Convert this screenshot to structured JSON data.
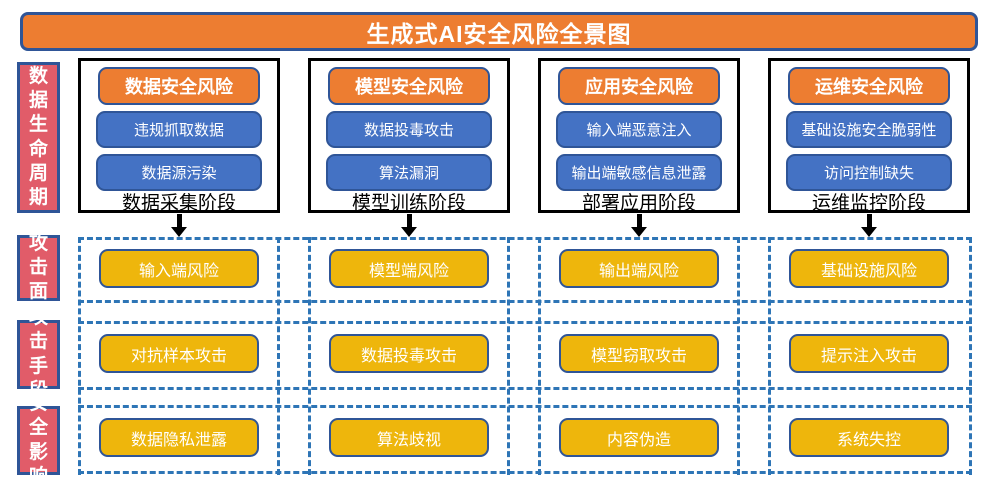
{
  "title": "生成式AI安全风险全景图",
  "side_labels": {
    "lifecycle": "数据生命周期",
    "attack_surface": "攻击面",
    "attack_method": "攻击手段",
    "impact": "安全影响"
  },
  "columns": [
    {
      "header": "数据安全风险",
      "risk1": "违规抓取数据",
      "risk2": "数据源污染",
      "stage": "数据采集阶段",
      "surface": "输入端风险",
      "method": "对抗样本攻击",
      "impact": "数据隐私泄露"
    },
    {
      "header": "模型安全风险",
      "risk1": "数据投毒攻击",
      "risk2": "算法漏洞",
      "stage": "模型训练阶段",
      "surface": "模型端风险",
      "method": "数据投毒攻击",
      "impact": "算法歧视"
    },
    {
      "header": "应用安全风险",
      "risk1": "输入端恶意注入",
      "risk2": "输出端敏感信息泄露",
      "stage": "部署应用阶段",
      "surface": "输出端风险",
      "method": "模型窃取攻击",
      "impact": "内容伪造"
    },
    {
      "header": "运维安全风险",
      "risk1": "基础设施安全脆弱性",
      "risk2": "访问控制缺失",
      "stage": "运维监控阶段",
      "surface": "基础设施风险",
      "method": "提示注入攻击",
      "impact": "系统失控"
    }
  ],
  "colors": {
    "orange": "#ED7D31",
    "blue": "#4472C4",
    "yellow": "#EEB60C",
    "red": "#E15C69",
    "navy": "#2F5597",
    "dash": "#2E75B6",
    "black": "#000000"
  }
}
